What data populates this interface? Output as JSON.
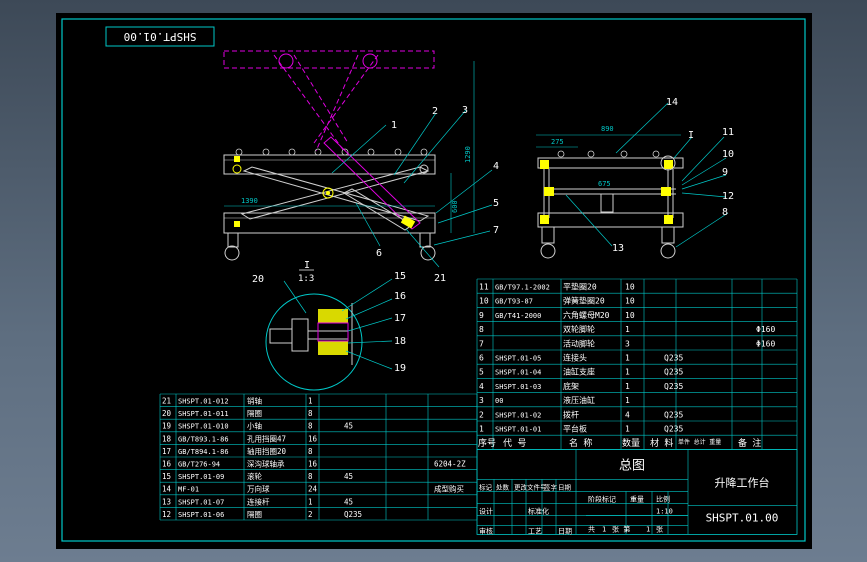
{
  "drawing_code_rotated": "SHSPT.01.00",
  "detail_view": {
    "label": "I",
    "scale": "1:3"
  },
  "front_view": {
    "dim_width": "1390",
    "dim_height": "1290",
    "dim_mid": "600",
    "callouts": [
      "1",
      "2",
      "3",
      "4",
      "5",
      "6",
      "7",
      "21"
    ]
  },
  "side_view": {
    "dim_width": "890",
    "dim_left": "275",
    "dim_inner": "675",
    "section_mark": "I",
    "callouts": [
      "14",
      "11",
      "10",
      "9",
      "12",
      "8",
      "13"
    ]
  },
  "detail_callouts": [
    "20",
    "15",
    "16",
    "17",
    "18",
    "19"
  ],
  "colors": {
    "background": "#000000",
    "frame": "#00c8c8",
    "text": "#ffffff",
    "hidden": "#e000e0",
    "detail": "#ffff00",
    "part": "#d0d0d0"
  },
  "bom_right": {
    "rows": [
      [
        "11",
        "GB/T97.1-2002",
        "平垫圈20",
        "10",
        "",
        "",
        ""
      ],
      [
        "10",
        "GB/T93-87",
        "弹簧垫圈20",
        "10",
        "",
        "",
        ""
      ],
      [
        "9",
        "GB/T41-2000",
        "六角螺母M20",
        "10",
        "",
        "",
        ""
      ],
      [
        "8",
        "",
        "双轮脚轮",
        "1",
        "",
        "",
        "Φ160"
      ],
      [
        "7",
        "",
        "活动脚轮",
        "3",
        "",
        "",
        "Φ160"
      ],
      [
        "6",
        "SHSPT.01-05",
        "连接头",
        "1",
        "Q235",
        "",
        ""
      ],
      [
        "5",
        "SHSPT.01-04",
        "油缸支座",
        "1",
        "Q235",
        "",
        ""
      ],
      [
        "4",
        "SHSPT.01-03",
        "底架",
        "1",
        "Q235",
        "",
        ""
      ],
      [
        "3",
        "00",
        "液压油缸",
        "1",
        "",
        "",
        ""
      ],
      [
        "2",
        "SHSPT.01-02",
        "拨杆",
        "4",
        "Q235",
        "",
        ""
      ],
      [
        "1",
        "SHSPT.01-01",
        "平台板",
        "1",
        "Q235",
        "",
        ""
      ]
    ],
    "header": [
      "序号",
      "代  号",
      "名  称",
      "数量",
      "材  料",
      "单件 总计 重量",
      "备  注"
    ]
  },
  "bom_left": {
    "rows": [
      [
        "21",
        "SHSPT.01-012",
        "销轴",
        "1",
        "",
        "",
        ""
      ],
      [
        "20",
        "SHSPT.01-011",
        "隔圈",
        "8",
        "",
        "",
        ""
      ],
      [
        "19",
        "SHSPT.01-010",
        "小轴",
        "8",
        "45",
        "",
        ""
      ],
      [
        "18",
        "GB/T893.1-86",
        "孔用挡圈47",
        "16",
        "",
        "",
        ""
      ],
      [
        "17",
        "GB/T894.1-86",
        "轴用挡圈20",
        "8",
        "",
        "",
        ""
      ],
      [
        "16",
        "GB/T276-94",
        "深沟球轴承",
        "16",
        "",
        "",
        "6204-2Z"
      ],
      [
        "15",
        "SHSPT.01-09",
        "滚轮",
        "8",
        "45",
        "",
        ""
      ],
      [
        "14",
        "MF-01",
        "万向球",
        "24",
        "",
        "",
        "成型购买"
      ],
      [
        "13",
        "SHSPT.01-07",
        "连接杆",
        "1",
        "45",
        "",
        ""
      ],
      [
        "12",
        "SHSPT.01-06",
        "隔圈",
        "2",
        "Q235",
        "",
        ""
      ]
    ]
  },
  "title_block": {
    "drawing_title": "总图",
    "product_name": "升降工作台",
    "drawing_no": "SHSPT.01.00",
    "scale": "1:10",
    "sheet_count": "1",
    "labels_rev": [
      "标记",
      "处数",
      "更改文件号",
      "签字",
      "日期"
    ],
    "labels_sign": [
      "设计",
      "标准化"
    ],
    "labels_check": [
      "审核",
      "工艺"
    ],
    "labels_date": "日期",
    "stage_label": "阶段标记",
    "weight_label": "重量",
    "scale_label": "比例",
    "sheet_label": "共",
    "sheet_label2": "张  第",
    "sheet_label3": "张"
  }
}
